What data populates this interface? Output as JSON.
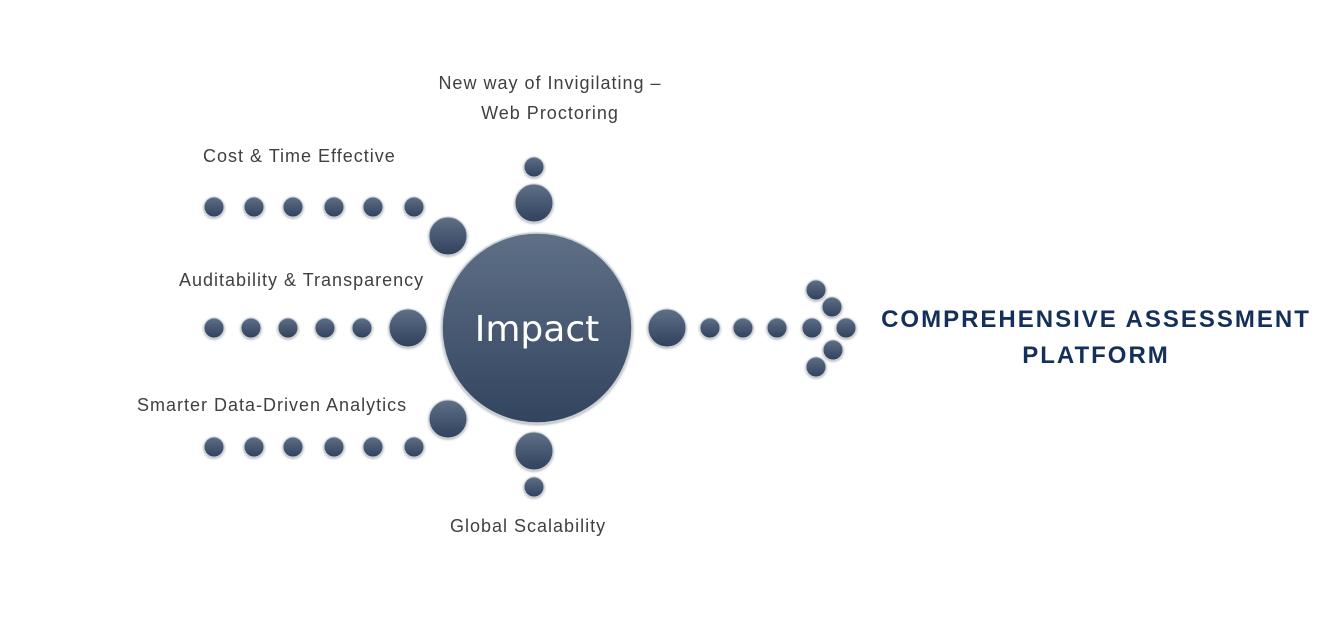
{
  "hub": {
    "label": "Impact"
  },
  "impacts": {
    "web_line1": "New way of Invigilating –",
    "web_line2": "Web Proctoring",
    "cost": "Cost & Time Effective",
    "audit": "Auditability & Transparency",
    "smarter": "Smarter Data-Driven Analytics",
    "global": "Global Scalability"
  },
  "outcome": {
    "line1": "COMPREHENSIVE ASSESSMENT",
    "line2": "PLATFORM"
  },
  "colors": {
    "dot_top": "#5f7086",
    "dot_bottom": "#2f415d",
    "outcome_text": "#14305a",
    "label_text": "#404040"
  }
}
